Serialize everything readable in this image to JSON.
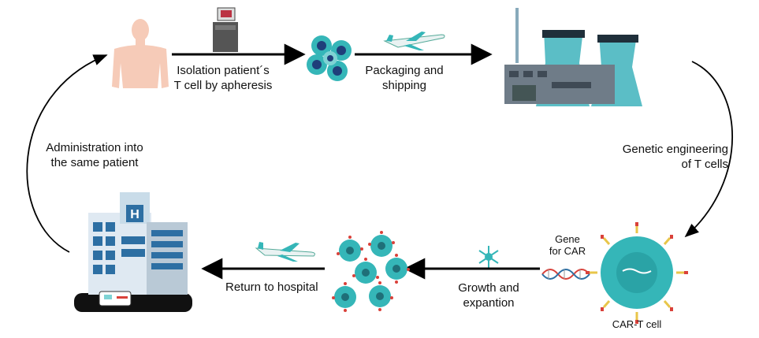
{
  "steps": {
    "isolation": {
      "line1": "Isolation patient´s",
      "line2": "T cell by apheresis"
    },
    "packaging": {
      "line1": "Packaging and",
      "line2": "shipping"
    },
    "genetic": {
      "line1": "Genetic engineering",
      "line2": "of T cells"
    },
    "growth": {
      "line1": "Growth and",
      "line2": "expantion"
    },
    "return": {
      "label": "Return to hospital"
    },
    "administration": {
      "line1": "Administration into",
      "line2": "the same patient"
    }
  },
  "gene": {
    "line1": "Gene",
    "line2": "for CAR"
  },
  "cart": {
    "label": "CAR-T cell"
  },
  "hospital": {
    "sign": "H"
  },
  "colors": {
    "teal": "#35b6b8",
    "teal_light": "#7fd3d4",
    "navy": "#1f3f7a",
    "skin": "#f6cbb8",
    "factory": "#5bbec6",
    "hospital_blue": "#2d6fa3",
    "arrow": "#000000"
  },
  "icons": [
    "human-body-icon",
    "apheresis-machine-icon",
    "t-cells-icon",
    "airplane-icon",
    "factory-icon",
    "car-t-cell-icon",
    "dna-icon",
    "growth-molecule-icon",
    "expanded-cells-icon",
    "hospital-icon"
  ]
}
